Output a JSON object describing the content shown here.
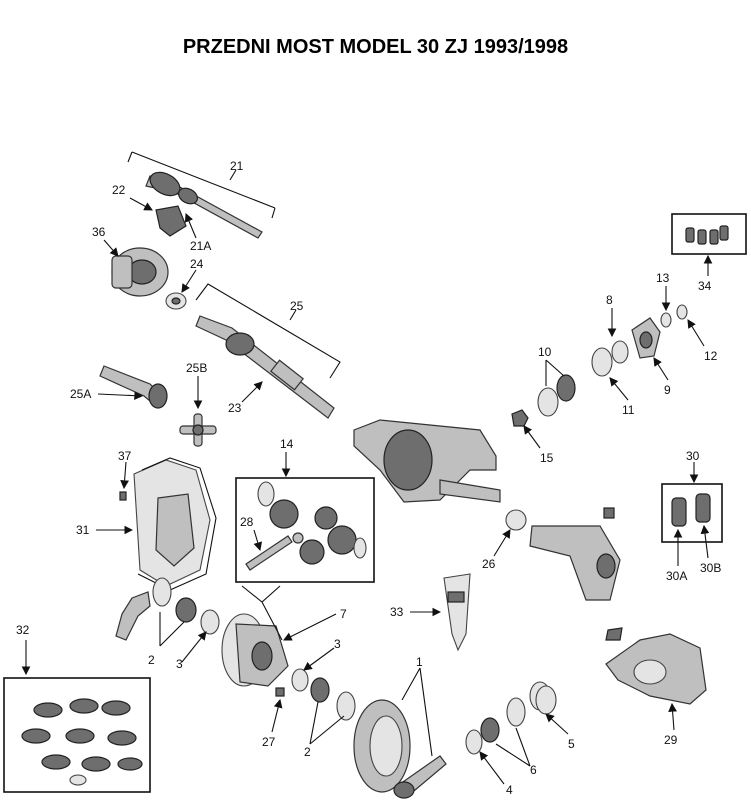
{
  "title": "PRZEDNI MOST MODEL 30 ZJ 1993/1998",
  "callouts": {
    "c1": "1",
    "c2a": "2",
    "c2b": "2",
    "c3a": "3",
    "c3b": "3",
    "c4": "4",
    "c5": "5",
    "c6": "6",
    "c7": "7",
    "c8": "8",
    "c9": "9",
    "c10": "10",
    "c11": "11",
    "c12": "12",
    "c13": "13",
    "c14": "14",
    "c15": "15",
    "c21": "21",
    "c21a": "21A",
    "c22": "22",
    "c23": "23",
    "c24": "24",
    "c25": "25",
    "c25a": "25A",
    "c25b": "25B",
    "c26": "26",
    "c27": "27",
    "c28": "28",
    "c29": "29",
    "c30": "30",
    "c30a": "30A",
    "c30b": "30B",
    "c31": "31",
    "c32": "32",
    "c33": "33",
    "c34": "34",
    "c36": "36",
    "c37": "37"
  }
}
